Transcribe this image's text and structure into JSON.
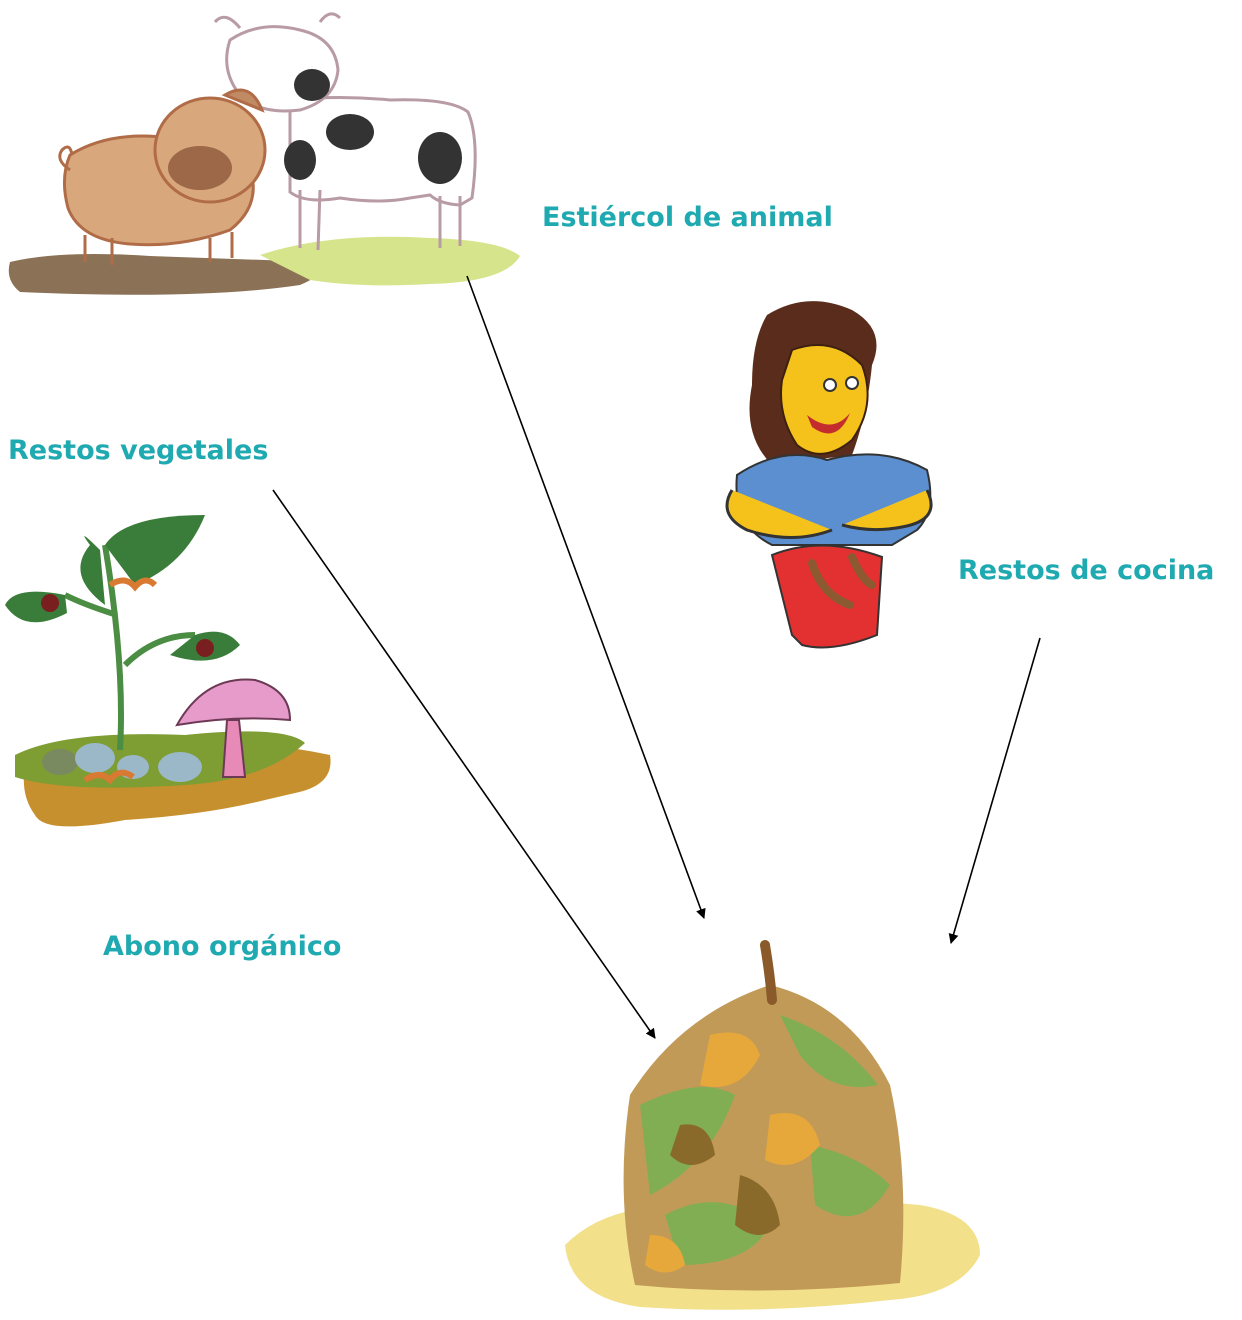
{
  "labels": {
    "manure": "Estiércol de animal",
    "plant_waste": "Restos vegetales",
    "kitchen_waste": "Restos de cocina",
    "compost": "Abono orgánico"
  },
  "colors": {
    "label": "#1fa9b0",
    "arrow": "#000000"
  },
  "illustrations": [
    "pig-and-cow",
    "plant-with-mushroom-and-worms",
    "woman-with-bucket",
    "compost-heap"
  ]
}
